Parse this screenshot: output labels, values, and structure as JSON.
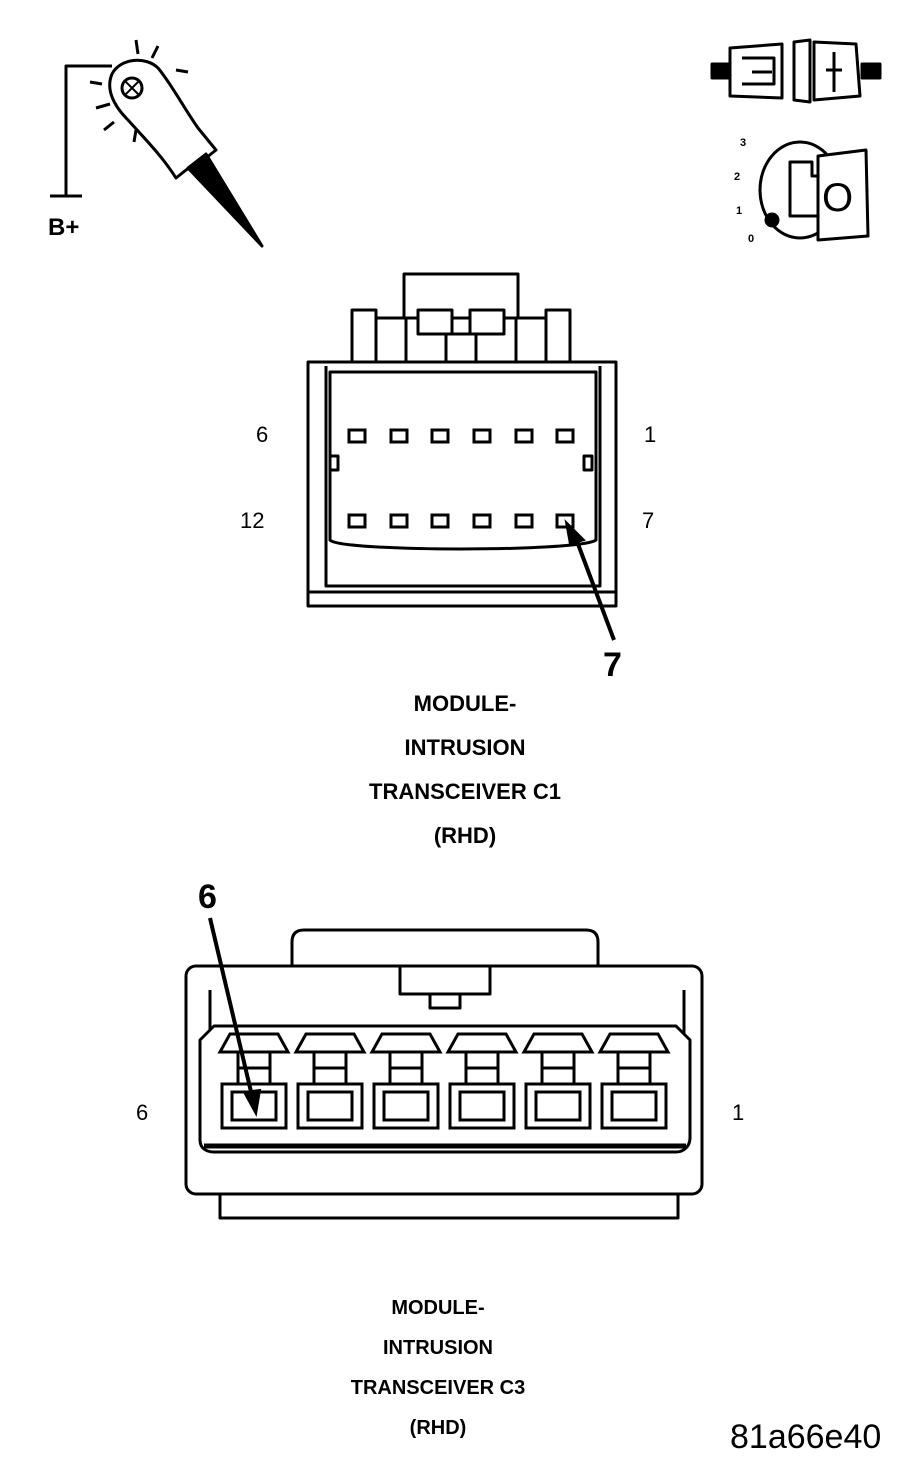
{
  "probe": {
    "label": "B+"
  },
  "ignition": {
    "positions": [
      "3",
      "2",
      "1",
      "0"
    ],
    "key_face": "O"
  },
  "connector_c1": {
    "pin_top_left": "6",
    "pin_top_right": "1",
    "pin_bottom_left": "12",
    "pin_bottom_right": "7",
    "callout": "7",
    "title_lines": [
      "MODULE-",
      "INTRUSION",
      "TRANSCEIVER C1",
      "(RHD)"
    ]
  },
  "connector_c3": {
    "pin_left": "6",
    "pin_right": "1",
    "callout": "6",
    "title_lines": [
      "MODULE-",
      "INTRUSION",
      "TRANSCEIVER C3",
      "(RHD)"
    ]
  },
  "figure_id": "81a66e40",
  "icons": [
    "test-light-probe-icon",
    "connector-disconnect-icon",
    "ignition-key-icon",
    "arrow-icon"
  ]
}
